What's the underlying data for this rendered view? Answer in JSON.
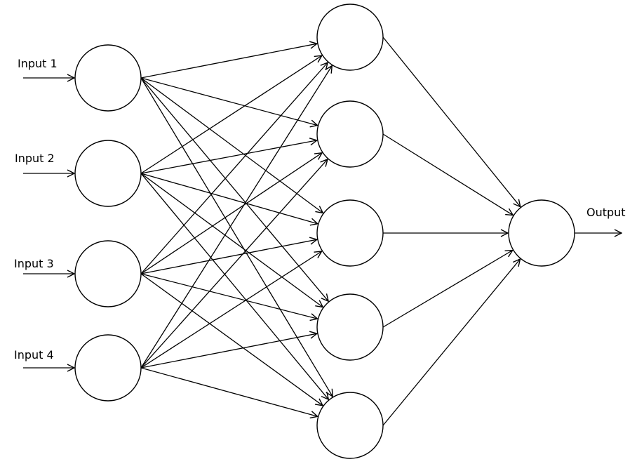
{
  "diagram": {
    "title": "",
    "input_labels": [
      "Input 1",
      "Input 2",
      "Input 3",
      "Input 4"
    ],
    "output_label": "Output",
    "layers": [
      {
        "role": "input",
        "neuron_count": 4
      },
      {
        "role": "hidden",
        "neuron_count": 5
      },
      {
        "role": "output",
        "neuron_count": 1
      }
    ],
    "connectivity": "fully-connected",
    "colors": {
      "background": "#ffffff",
      "stroke": "#000000"
    }
  }
}
